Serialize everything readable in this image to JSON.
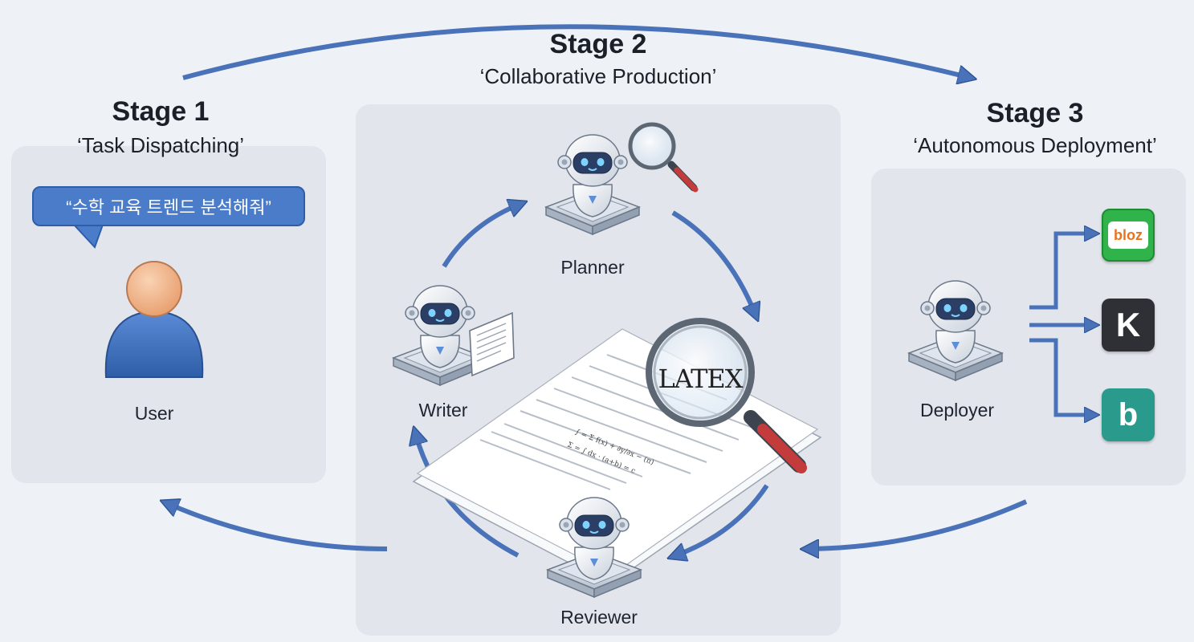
{
  "stages": [
    {
      "title": "Stage 1",
      "subtitle": "‘Task Dispatching’"
    },
    {
      "title": "Stage 2",
      "subtitle": "‘Collaborative Production’"
    },
    {
      "title": "Stage 3",
      "subtitle": "‘Autonomous Deployment’"
    }
  ],
  "stage1": {
    "speech_text": "“수학 교육 트렌드 분석해줘”",
    "user_label": "User"
  },
  "stage2": {
    "planner_label": "Planner",
    "writer_label": "Writer",
    "reviewer_label": "Reviewer",
    "latex_text": "LATEX"
  },
  "stage3": {
    "deployer_label": "Deployer",
    "blog_icon_text": "bloz",
    "k_icon_text": "K",
    "bing_icon_text": "b"
  },
  "colors": {
    "arrow": "#4a72b8",
    "panel": "#e2e6ec",
    "background": "#eef2f7",
    "speech_bubble": "#4a7cc9",
    "user_head": "#f2b58b",
    "user_body": "#3f6fbf"
  },
  "icons": [
    "user-icon",
    "robot-icon",
    "magnifier-icon",
    "document-icon",
    "blog-icon",
    "k-icon",
    "bing-icon"
  ]
}
